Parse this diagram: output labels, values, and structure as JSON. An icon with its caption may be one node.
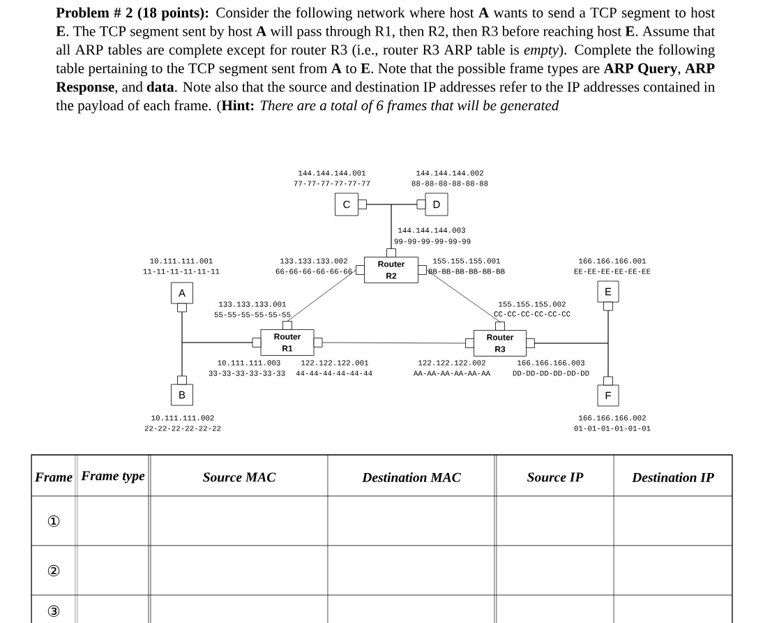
{
  "diagram": {
    "title": "**Problem # 2 (18 points):** Consider the following network where host **A** wants to send a TCP segment to host **E**. The TCP segment sent by host **A** will pass through R1, then R2, then R3 before reaching host **E**. Assume that all ARP tables are complete except for router R3 (i.e., router R3 ARP table is *empty*). Complete the following table pertaining to the TCP segment sent from **A** to **E**. Note that the possible frame types are **ARP Query**, **ARP Response**, and **data**. Note also that the source and destination IP addresses refer to the IP addresses contained in the payload of each frame. (**Hint:** *There are a total of 6 frames that will be generated*",
    "nodes": [
      {
        "text": [
          "C"
        ],
        "beside": [
          "144.144.144.001",
          "77-77-77-77-77-77"
        ]
      },
      {
        "text": [
          "D"
        ],
        "beside": [
          "144.144.144.002",
          "88-88-88-88-88-88"
        ]
      },
      {
        "text": [
          "Router R2"
        ],
        "beside": [
          "144.144.144.003",
          "99-99-99-99-99-99",
          "133.133.133.002",
          "66-66-66-66-66-66",
          "155.155.155.001",
          "BB-BB-BB-BB-BB-BB"
        ]
      },
      {
        "text": [
          "A"
        ],
        "beside": [
          "10.111.111.001",
          "11-11-11-11-11-11"
        ]
      },
      {
        "text": [
          "E"
        ],
        "beside": [
          "166.166.166.001",
          "EE-EE-EE-EE-EE-EE"
        ]
      },
      {
        "text": [
          "Router R1"
        ],
        "beside": [
          "133.133.133.001",
          "55-55-55-55-55-55",
          "10.111.111.003",
          "33-33-33-33-33-33",
          "122.122.122.001",
          "44-44-44-44-44-44"
        ]
      },
      {
        "text": [
          "Router R3"
        ],
        "beside": [
          "155.155.155.002",
          "CC-CC-CC-CC-CC-CC",
          "122.122.122.002",
          "AA-AA-AA-AA-AA-AA",
          "166.166.166.003",
          "DD-DD-DD-DD-DD-DD"
        ]
      },
      {
        "text": [
          "B"
        ],
        "beside": [
          "10.111.111.002",
          "22-22-22-22-22-22"
        ]
      },
      {
        "text": [
          "F"
        ],
        "beside": [
          "166.166.166.002",
          "01-01-01-01-01-01"
        ]
      }
    ],
    "edges": [
      {
        "from": 0,
        "to": 1,
        "arrow": "none"
      },
      {
        "from": 0,
        "to": 2,
        "arrow": "none"
      },
      {
        "from": 1,
        "to": 2,
        "arrow": "none"
      },
      {
        "from": 3,
        "to": 7,
        "arrow": "none"
      },
      {
        "from": 3,
        "to": 5,
        "arrow": "none"
      },
      {
        "from": 7,
        "to": 5,
        "arrow": "none"
      },
      {
        "from": 2,
        "to": 5,
        "arrow": "none"
      },
      {
        "from": 2,
        "to": 6,
        "arrow": "none"
      },
      {
        "from": 5,
        "to": 6,
        "arrow": "none"
      },
      {
        "from": 4,
        "to": 8,
        "arrow": "none"
      },
      {
        "from": 4,
        "to": 6,
        "arrow": "none"
      },
      {
        "from": 8,
        "to": 6,
        "arrow": "none"
      }
    ],
    "labels": [
      "Frame",
      "Frame type",
      "Source MAC",
      "Destination MAC",
      "Source IP",
      "Destination IP",
      "①",
      "②",
      "③"
    ]
  }
}
